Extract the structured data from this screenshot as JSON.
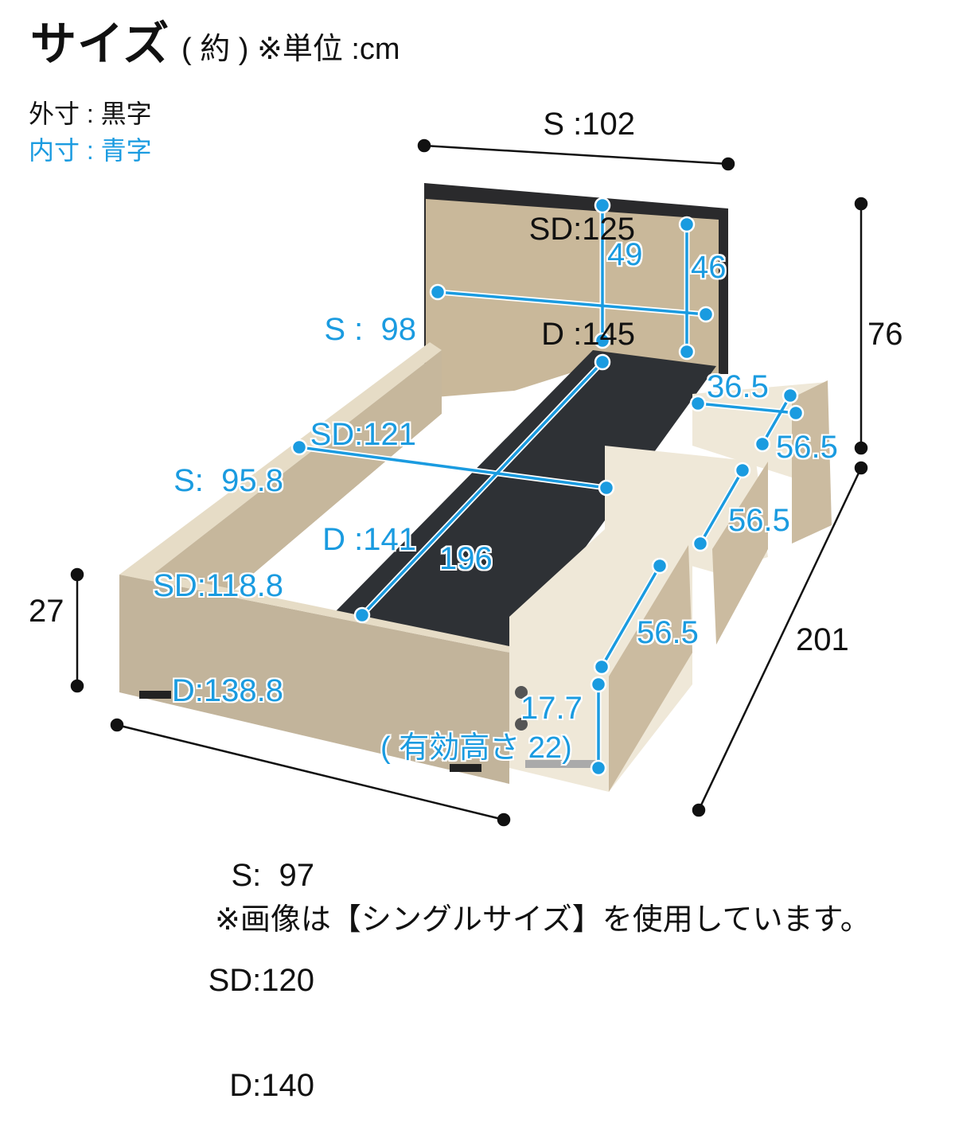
{
  "header": {
    "title": "サイズ",
    "subtitle": "( 約 ) ※単位 :cm",
    "legend_outer": "外寸 : 黒字",
    "legend_inner": "内寸 : 青字"
  },
  "colors": {
    "outer_dimension": "#111111",
    "inner_dimension": "#1a9be0",
    "wood": "#cbbba0",
    "wood_dark": "#b8a688",
    "panel_black": "#2e3135",
    "drawer_inner": "#efe8d8",
    "headboard_frame": "#2a2a2c"
  },
  "outer_dimensions": {
    "overall_width": [
      "S :102",
      "SD:125",
      "D :145"
    ],
    "frame_width": [
      "S:  97",
      "SD:120",
      "D:140"
    ],
    "overall_height": "76",
    "frame_height": "27",
    "overall_length": "201"
  },
  "inner_dimensions": {
    "headboard_width": [
      "S :  98",
      "SD:121",
      "D :141"
    ],
    "headboard_height_center": "49",
    "headboard_height_right": "46",
    "frame_inner_width": [
      "S:  95.8",
      "SD:118.8",
      "D:138.8"
    ],
    "inner_length": "196",
    "drawer_width": "36.5",
    "drawer_depth_1": "56.5",
    "drawer_depth_2": "56.5",
    "drawer_depth_3": "56.5",
    "drawer_height": "17.7",
    "drawer_effective_height": "( 有効高さ 22)"
  },
  "footnote": "※画像は【シングルサイズ】を使用しています。"
}
